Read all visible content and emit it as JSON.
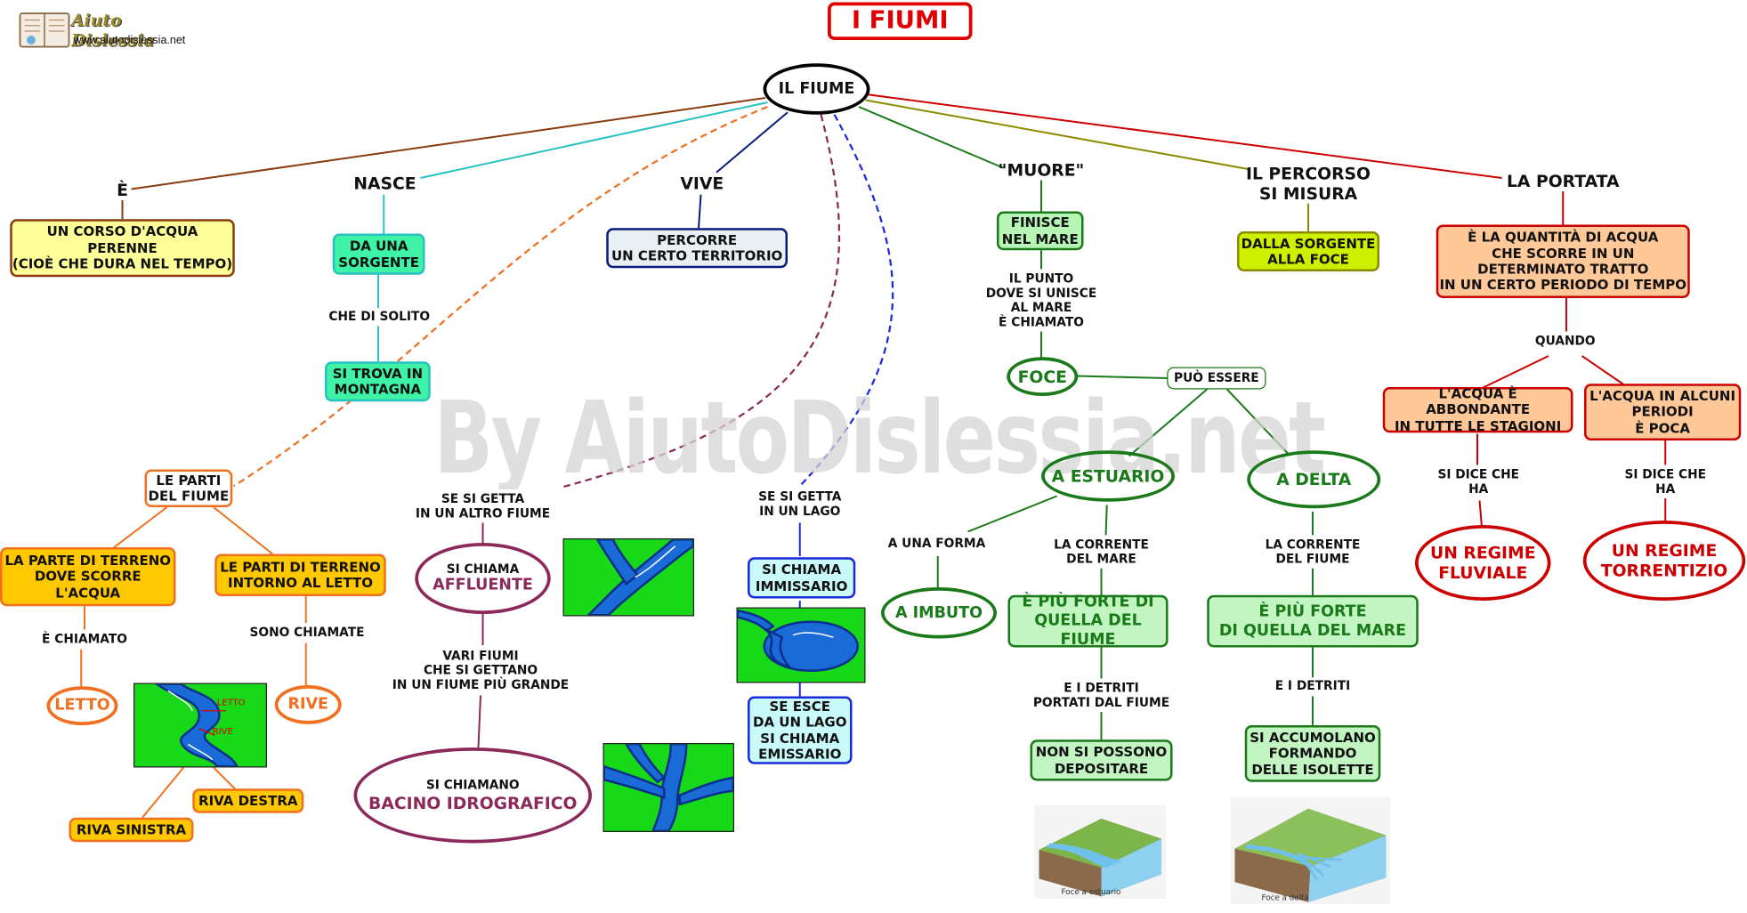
{
  "header": {
    "title": "I FIUMI",
    "logo_text": "Aiuto Dislessia",
    "logo_url_text": "www.aiutodislessia.net",
    "watermark": "By AiutoDislessia.net"
  },
  "colors": {
    "title_red": "#e00000",
    "brown": "#8b3a0e",
    "teal": "#28c2c2",
    "navy": "#0a1a7a",
    "green": "#1a7a1a",
    "olive": "#8b8b00",
    "red": "#cc0000",
    "orange": "#f07020",
    "purple": "#8b2a5a",
    "blue": "#1a2adb"
  },
  "nodes": {
    "center": "IL FIUME",
    "e": {
      "title": "È",
      "desc": "UN CORSO D'ACQUA\nPERENNE\n(CIOÈ CHE DURA NEL TEMPO)"
    },
    "nasce": {
      "title": "NASCE",
      "box1": "DA UNA\nSORGENTE",
      "label": "CHE DI SOLITO",
      "box2": "SI TROVA IN\nMONTAGNA"
    },
    "vive": {
      "title": "VIVE",
      "desc": "PERCORRE\nUN CERTO TERRITORIO"
    },
    "muore": {
      "title": "\"MUORE\"",
      "box1": "FINISCE\nNEL MARE",
      "label": "IL PUNTO\nDOVE SI UNISCE\nAL MARE\nÈ CHIAMATO",
      "foce": "FOCE",
      "puo_essere": "PUÒ ESSERE",
      "estuario": {
        "title": "A ESTUARIO",
        "label_forma": "A UNA FORMA",
        "imbuto": "A IMBUTO",
        "label_corrente": "LA CORRENTE\nDEL MARE",
        "box": "È PIÙ FORTE DI\nQUELLA DEL FIUME",
        "label_detriti": "E I DETRITI\nPORTATI DAL FIUME",
        "box2": "NON SI POSSONO\nDEPOSITARE",
        "image_caption": "Foce a estuario"
      },
      "delta": {
        "title": "A DELTA",
        "label_corrente": "LA CORRENTE\nDEL FIUME",
        "box": "È PIÙ FORTE\nDI QUELLA DEL MARE",
        "label_detriti": "E I DETRITI",
        "box2": "SI ACCUMOLANO\nFORMANDO\nDELLE ISOLETTE",
        "image_caption": "Foce a delta"
      }
    },
    "percorso": {
      "title": "IL PERCORSO\nSI MISURA",
      "desc": "DALLA SORGENTE\nALLA FOCE"
    },
    "portata": {
      "title": "LA PORTATA",
      "desc": "È LA QUANTITÀ DI ACQUA\nCHE SCORRE IN UN\nDETERMINATO TRATTO\nIN UN CERTO PERIODO DI TEMPO",
      "label": "QUANDO",
      "left_box": "L'ACQUA È ABBONDANTE\nIN TUTTE LE STAGIONI",
      "left_label": "SI DICE CHE\nHA",
      "left_result": "UN REGIME\nFLUVIALE",
      "right_box": "L'ACQUA IN ALCUNI\nPERIODI\nÈ POCA",
      "right_label": "SI DICE CHE\nHA",
      "right_result": "UN REGIME\nTORRENTIZIO"
    },
    "parti": {
      "title": "LE PARTI\nDEL FIUME",
      "left_box": "LA PARTE DI TERRENO\nDOVE SCORRE\nL'ACQUA",
      "left_label": "È CHIAMATO",
      "letto": "LETTO",
      "right_box": "LE PARTI DI TERRENO\nINTORNO AL LETTO",
      "right_label": "SONO CHIAMATE",
      "rive": "RIVE",
      "riva_sinistra": "RIVA SINISTRA",
      "riva_destra": "RIVA DESTRA",
      "image_letto": "LETTO",
      "image_rive": "RIVE"
    },
    "affluente": {
      "label": "SE SI GETTA\nIN UN ALTRO FIUME",
      "ellipse_pre": "SI CHIAMA",
      "ellipse_main": "AFFLUENTE",
      "label2": "VARI FIUMI\nCHE SI GETTANO\nIN UN FIUME PIÙ GRANDE",
      "bacino_pre": "SI CHIAMANO",
      "bacino_main": "BACINO IDROGRAFICO"
    },
    "lago": {
      "label": "SE SI GETTA\nIN UN LAGO",
      "box1": "SI CHIAMA\nIMMISSARIO",
      "box2": "SE ESCE\nDA UN LAGO\nSI CHIAMA\nEMISSARIO"
    }
  }
}
